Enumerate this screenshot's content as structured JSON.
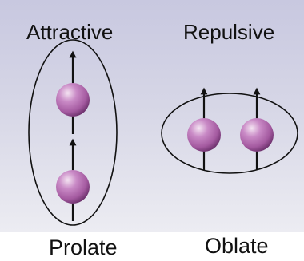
{
  "labels": {
    "attractive": "Attractive",
    "repulsive": "Repulsive",
    "prolate": "Prolate",
    "oblate": "Oblate"
  },
  "colors": {
    "background_top": "#c8c8e0",
    "background_bottom": "#ececf2",
    "particle": "#a45aa0",
    "particle_highlight": "#f4e4f2",
    "outline": "#111111"
  }
}
